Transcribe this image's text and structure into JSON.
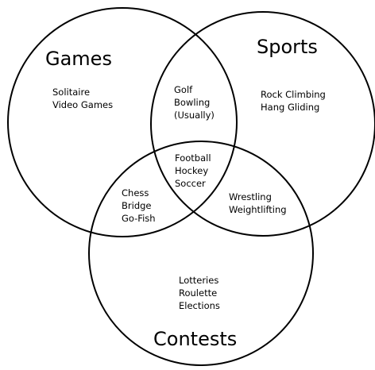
{
  "diagram": {
    "type": "venn",
    "sets": [
      {
        "id": "games",
        "title": "Games"
      },
      {
        "id": "sports",
        "title": "Sports"
      },
      {
        "id": "contests",
        "title": "Contests"
      }
    ],
    "regions": {
      "games_only": [
        "Solitaire",
        "Video Games"
      ],
      "sports_only": [
        "Rock Climbing",
        "Hang Gliding"
      ],
      "contests_only": [
        "Lotteries",
        "Roulette",
        "Elections"
      ],
      "games_sports": [
        "Golf",
        "Bowling",
        "(Usually)"
      ],
      "games_contests": [
        "Chess",
        "Bridge",
        "Go-Fish"
      ],
      "sports_contests": [
        "Wrestling",
        "Weightlifting"
      ],
      "all_three": [
        "Football",
        "Hockey",
        "Soccer"
      ]
    },
    "colors": {
      "stroke": "#000000",
      "background": "#ffffff",
      "text": "#000000"
    }
  }
}
